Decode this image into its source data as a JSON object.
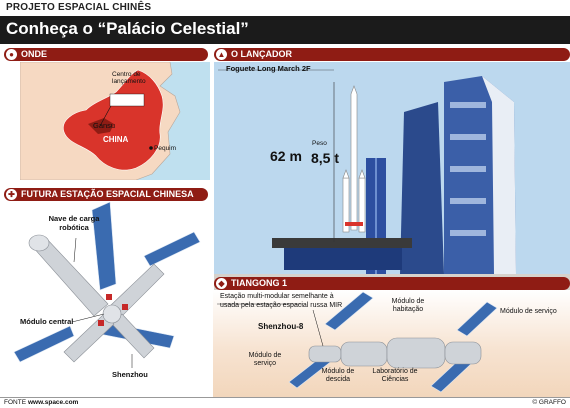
{
  "header": {
    "kicker": "PROJETO ESPACIAL CHINÊS",
    "title": "Conheça o “Palácio Celestial”"
  },
  "onde": {
    "section_title": "ONDE",
    "launch_label": "Centro de lançamento",
    "gansu": "Gansu",
    "china": "CHINA",
    "pequim": "Pequim"
  },
  "lancador": {
    "section_title": "O LANÇADOR",
    "rocket_name": "Foguete Long March 2F",
    "height": "62 m",
    "weight_label": "Peso",
    "weight": "8,5 t"
  },
  "futura": {
    "section_title": "FUTURA ESTAÇÃO ESPACIAL CHINESA",
    "cargo_ship": "Nave de carga robótica",
    "central_module": "Módulo central",
    "shenzhou": "Shenzhou"
  },
  "tiangong": {
    "section_title": "TIANGONG 1",
    "description": "Estação multi-modular semelhante à usada pela estação espacial russa MIR",
    "shenzhou8": "Shenzhou-8",
    "service_module_left": "Módulo de serviço",
    "descent_module": "Módulo de descida",
    "habitation_module": "Módulo de habitação",
    "science_lab": "Laboratório de Ciências",
    "service_module_right": "Módulo de serviço"
  },
  "footer": {
    "source_label": "FONTE",
    "source": "www.space.com",
    "credit": "© GRAFFO"
  },
  "colors": {
    "accent": "#8f1c14",
    "titlebar": "#1b1b1b",
    "sky": "#bcd8ee",
    "tower": "#3b5fa8",
    "china": "#d9342b",
    "land": "#f6d9c2"
  }
}
